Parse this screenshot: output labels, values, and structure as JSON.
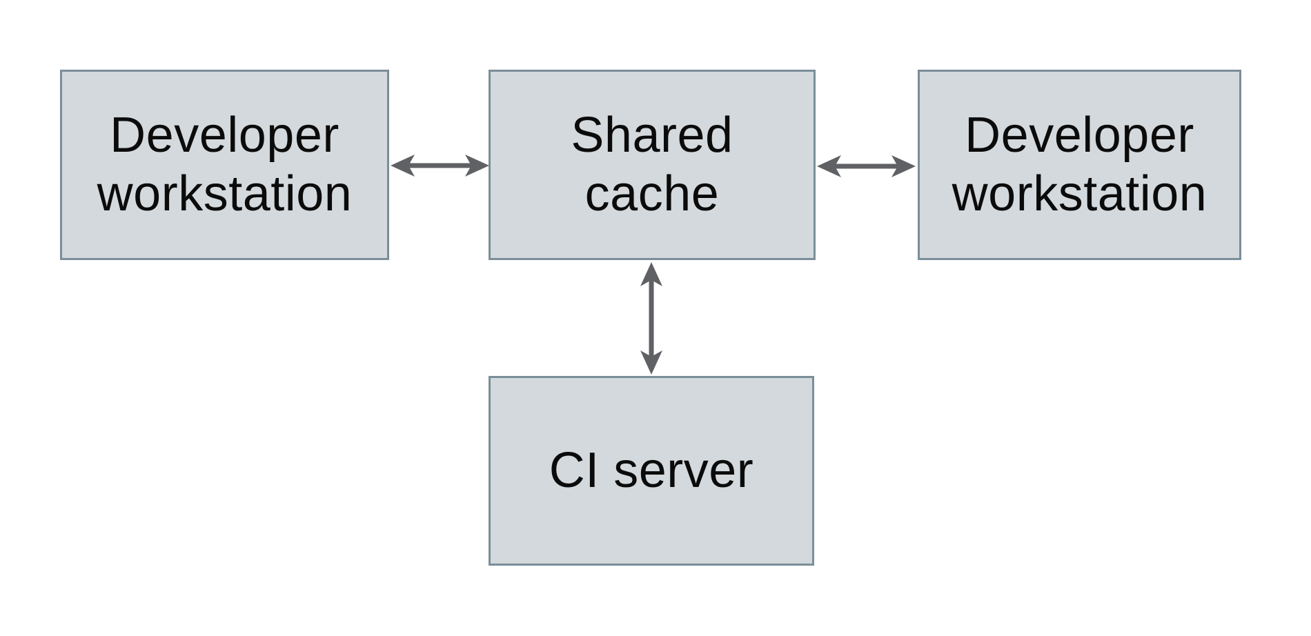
{
  "diagram": {
    "description": "Shared cache architecture diagram",
    "colors": {
      "background": "#ffffff",
      "box_fill": "#d3d9dc",
      "box_border": "#7a8e99",
      "arrow": "#5f6164",
      "text": "#0b0b0b"
    },
    "nodes": {
      "dev_left": {
        "label": "Developer workstation",
        "lines": [
          "Developer",
          "workstation"
        ]
      },
      "cache": {
        "label": "Shared cache",
        "lines": [
          "Shared",
          "cache"
        ]
      },
      "dev_right": {
        "label": "Developer workstation",
        "lines": [
          "Developer",
          "workstation"
        ]
      },
      "ci": {
        "label": "CI server",
        "lines": [
          "CI server"
        ]
      }
    },
    "edges": [
      {
        "from": "dev_left",
        "to": "cache",
        "type": "bidirectional-arrow",
        "orientation": "horizontal"
      },
      {
        "from": "cache",
        "to": "dev_right",
        "type": "bidirectional-arrow",
        "orientation": "horizontal"
      },
      {
        "from": "cache",
        "to": "ci",
        "type": "bidirectional-arrow",
        "orientation": "vertical"
      }
    ]
  }
}
